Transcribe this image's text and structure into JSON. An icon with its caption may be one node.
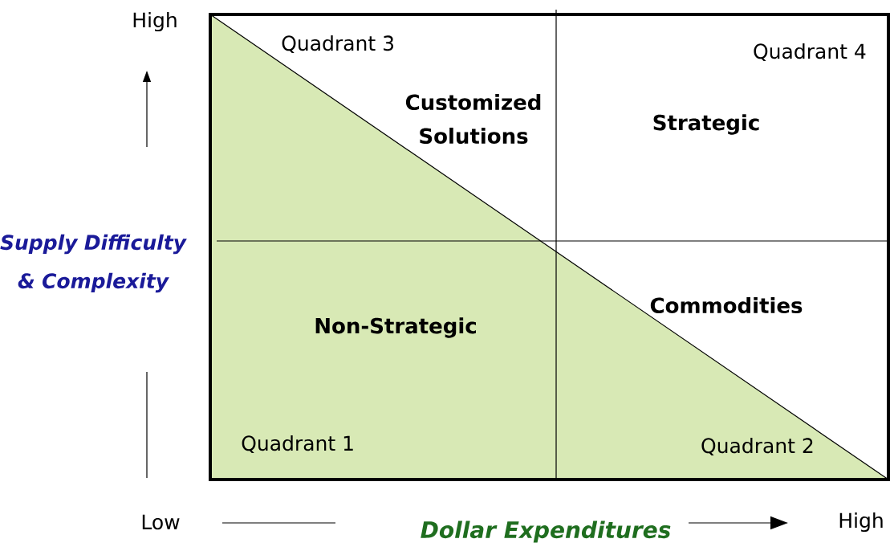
{
  "diagram": {
    "nodes": [
      {
        "text": [
          "Quadrant 3",
          "Customized Solutions"
        ]
      },
      {
        "text": [
          "Quadrant 4",
          "Strategic"
        ]
      },
      {
        "text": [
          "Non-Strategic",
          "Quadrant 1"
        ]
      },
      {
        "text": [
          "Commodities",
          "Quadrant 2"
        ]
      }
    ],
    "labels": [
      "High",
      "Supply Difficulty & Complexity",
      "Low",
      "Dollar Expenditures",
      "High"
    ]
  }
}
